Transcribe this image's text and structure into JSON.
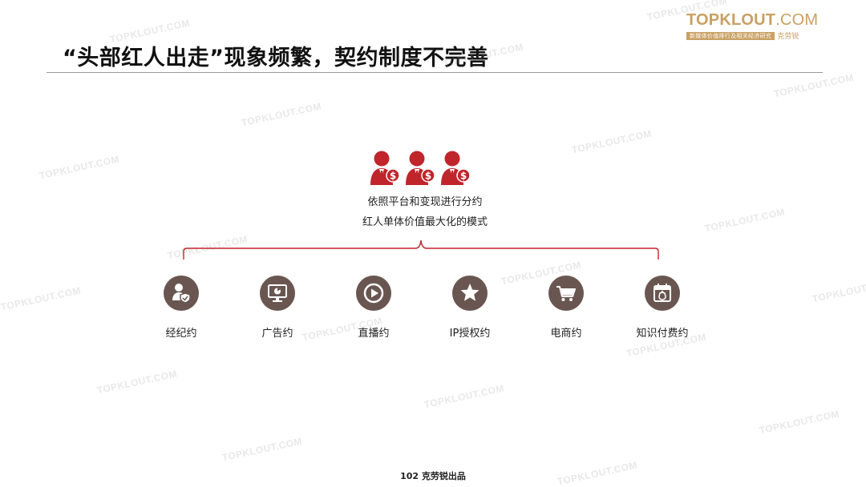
{
  "logo": {
    "main": "TOPKLOUT",
    "dotcom": ".COM",
    "subtitle": "新媒体价值排行及相关经济研究",
    "tag": "克劳锐"
  },
  "watermark_text": "TOPKLOUT.COM",
  "title": "“头部红人出走”现象频繁，契约制度不完善",
  "description": {
    "line1": "依照平台和变现进行分约",
    "line2": "红人单体价值最大化的模式"
  },
  "contracts": [
    {
      "label": "经纪约",
      "icon": "agent-icon"
    },
    {
      "label": "广告约",
      "icon": "monitor-icon"
    },
    {
      "label": "直播约",
      "icon": "play-icon"
    },
    {
      "label": "IP授权约",
      "icon": "star-icon"
    },
    {
      "label": "电商约",
      "icon": "cart-icon"
    },
    {
      "label": "知识付费约",
      "icon": "calendar-money-icon"
    }
  ],
  "colors": {
    "accent_red": "#c0252b",
    "icon_bg": "#6a5651",
    "logo_gold": "#c9a063"
  },
  "footer": "102 克劳锐出品"
}
